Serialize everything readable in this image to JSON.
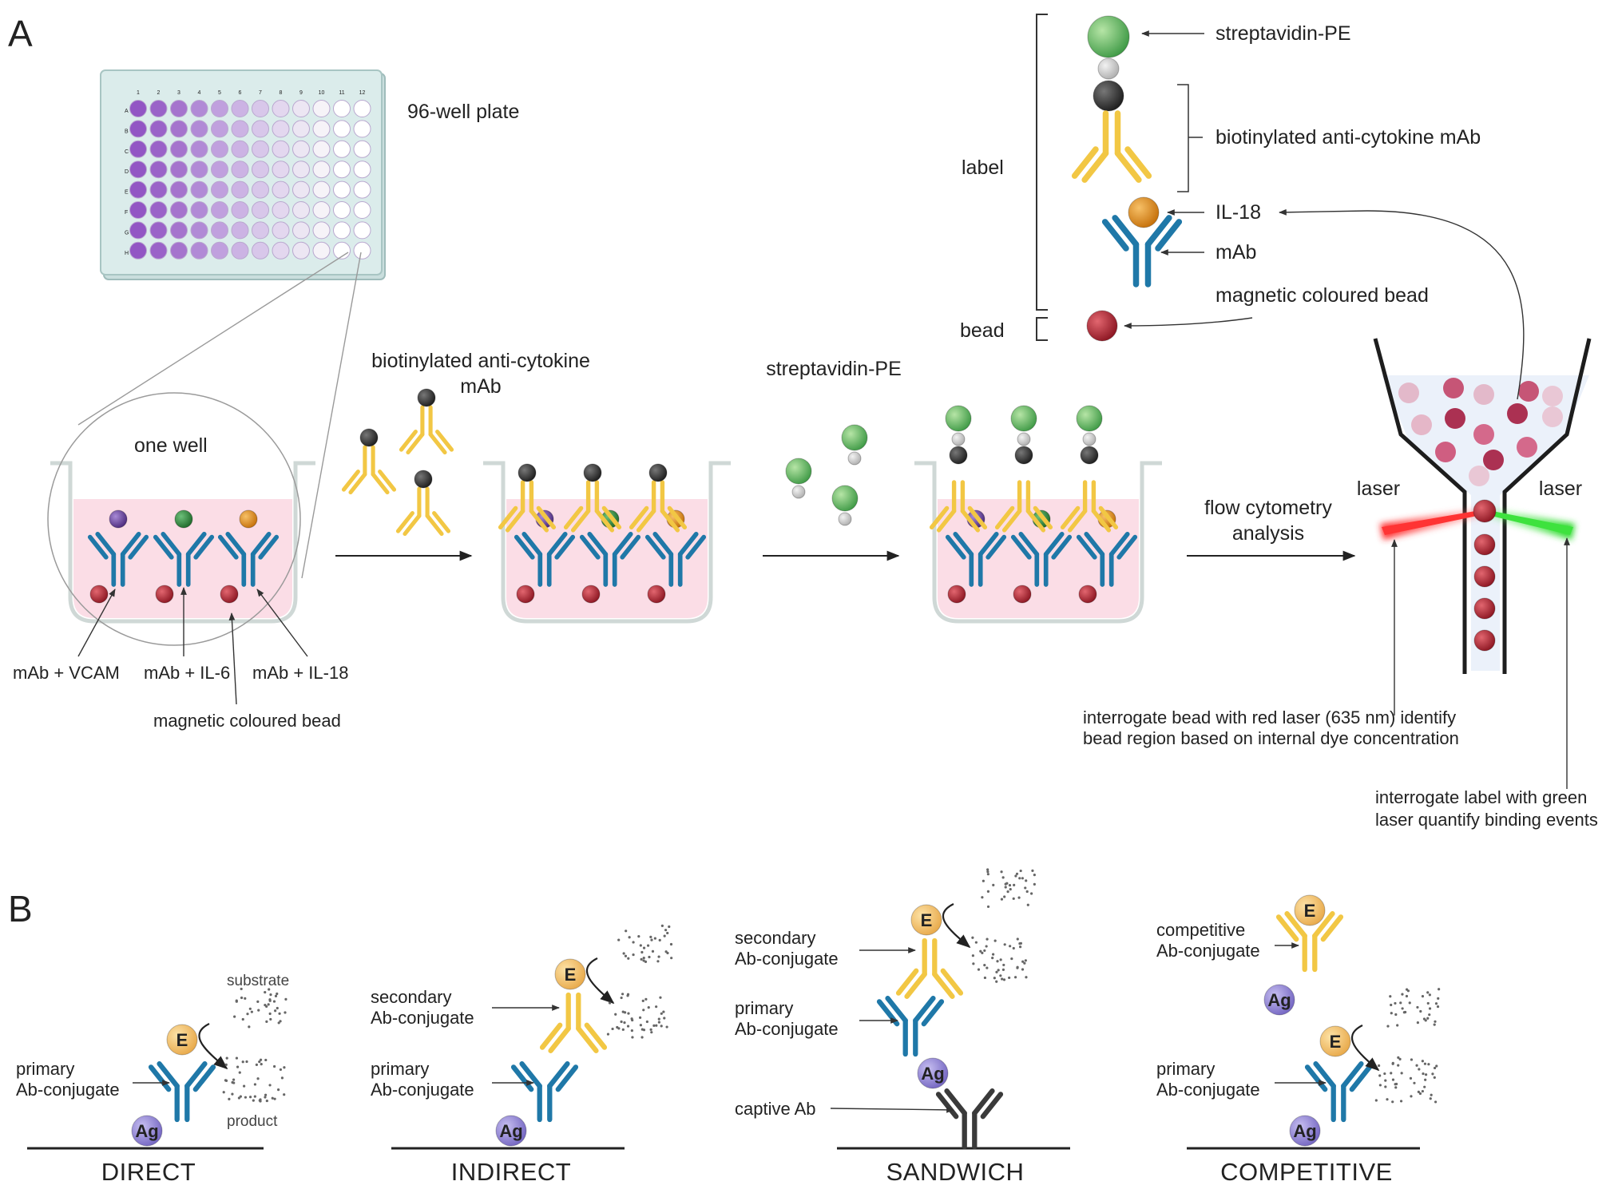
{
  "panel_a": {
    "letter": "A",
    "plate_label": "96-well plate",
    "plate_col_numbers": [
      "1",
      "2",
      "3",
      "4",
      "5",
      "6",
      "7",
      "8",
      "9",
      "10",
      "11",
      "12"
    ],
    "plate_row_letters": [
      "A",
      "B",
      "C",
      "D",
      "E",
      "F",
      "G",
      "H"
    ],
    "one_well": "one well",
    "well1_labels": [
      "mAb + VCAM",
      "mAb + IL-6",
      "mAb + IL-18"
    ],
    "well1_bead_label": "magnetic coloured bead",
    "biotin_label": [
      "biotinylated anti-cytokine",
      "mAb"
    ],
    "strep_label": "streptavidin-PE",
    "flow_label": [
      "flow cytometry",
      "analysis"
    ],
    "legend": {
      "label": "label",
      "bead": "bead",
      "streptavidin": "streptavidin-PE",
      "biotin_mab": "biotinylated anti-cytokine mAb",
      "il18": "IL-18",
      "mab": "mAb",
      "magnetic_bead": "magnetic coloured bead"
    },
    "laser_left": "laser",
    "laser_right": "laser",
    "red_laser_note": [
      "interrogate bead with red laser (635 nm) identify",
      "bead region based on internal dye concentration"
    ],
    "green_laser_note": [
      "interrogate label with green",
      "laser quantify binding events"
    ]
  },
  "panel_b": {
    "letter": "B",
    "direct": {
      "title": "DIRECT",
      "primary": [
        "primary",
        "Ab-conjugate"
      ],
      "substrate": "substrate",
      "product": "product",
      "enzyme": "E",
      "antigen": "Ag"
    },
    "indirect": {
      "title": "INDIRECT",
      "secondary": [
        "secondary",
        "Ab-conjugate"
      ],
      "primary": [
        "primary",
        "Ab-conjugate"
      ],
      "enzyme": "E",
      "antigen": "Ag"
    },
    "sandwich": {
      "title": "SANDWICH",
      "secondary": [
        "secondary",
        "Ab-conjugate"
      ],
      "primary": [
        "primary",
        "Ab-conjugate"
      ],
      "captive": "captive Ab",
      "enzyme": "E",
      "antigen": "Ag"
    },
    "competitive": {
      "title": "COMPETITIVE",
      "competitive": [
        "competitive",
        "Ab-conjugate"
      ],
      "primary": [
        "primary",
        "Ab-conjugate"
      ],
      "enzyme": "E",
      "antigen": "Ag"
    }
  },
  "colors": {
    "blue_antibody": "#1f78a8",
    "yellow_antibody": "#f2c744",
    "bead_red": "#a3202b",
    "biotin_black": "#333333",
    "streptavidin_green": "#5cb85c",
    "il18_orange": "#e08a12",
    "il6_green": "#2e7d32",
    "vcam_purple": "#6a3d9a",
    "antigen_purple": "#8b7fd1",
    "enzyme_orange": "#f5c36b",
    "medium_pink": "#fbdde6",
    "plate_purple": "#9b6fc4"
  }
}
